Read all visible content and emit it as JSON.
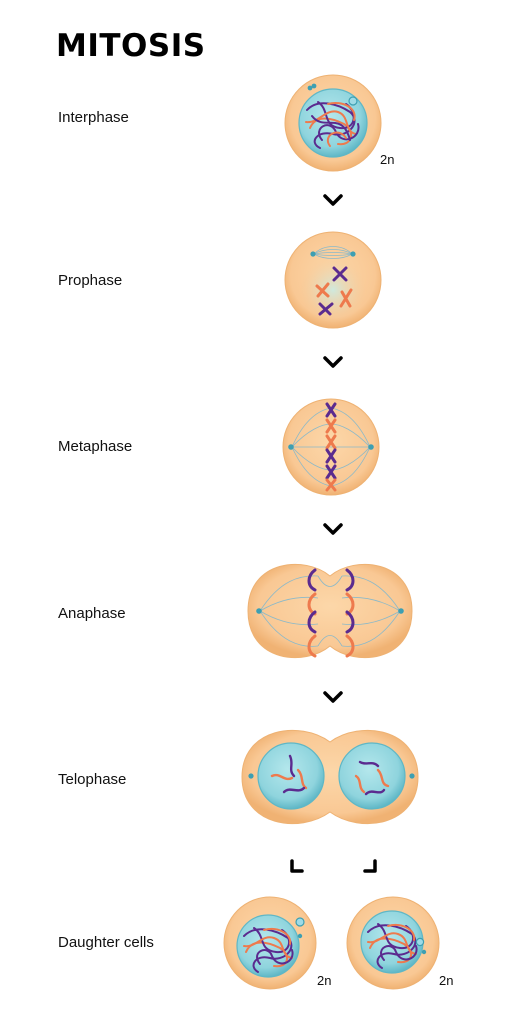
{
  "title": "MITOSIS",
  "stages": [
    {
      "name": "Interphase",
      "ploidy": "2n"
    },
    {
      "name": "Prophase"
    },
    {
      "name": "Metaphase"
    },
    {
      "name": "Anaphase"
    },
    {
      "name": "Telophase"
    },
    {
      "name": "Daughter cells",
      "ploidy_left": "2n",
      "ploidy_right": "2n"
    }
  ],
  "colors": {
    "cytoplasm": "#f9c894",
    "cytoplasm_edge": "#eeb273",
    "nucleus": "#8fd4dd",
    "nucleus_edge": "#5fb7c6",
    "chromatid_purple": "#5b2b8f",
    "chromatid_orange": "#ee7a4d",
    "spindle": "#8bb9c9",
    "centrosome": "#3d9fb2",
    "arrow": "#000000"
  },
  "icons": [
    "down-arrow-icon",
    "diagonal-arrow-icon"
  ]
}
